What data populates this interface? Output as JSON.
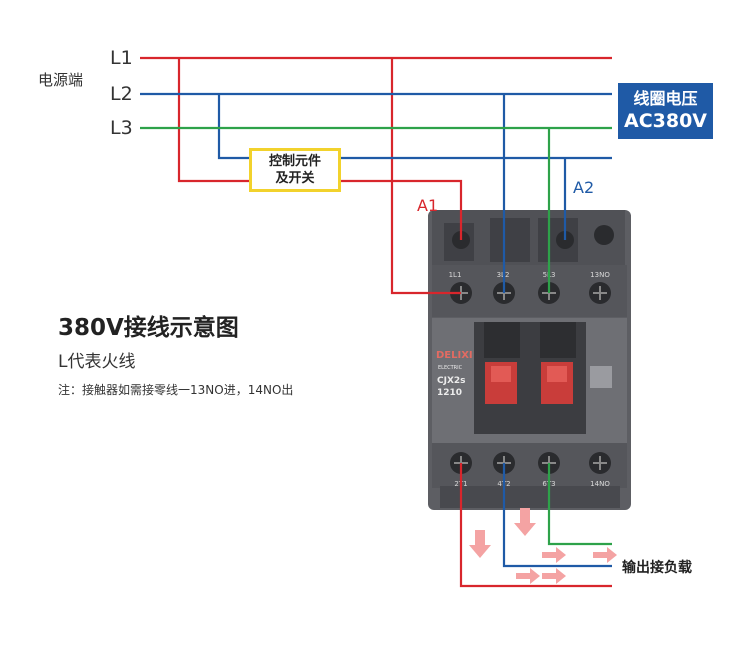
{
  "source": {
    "label": "电源端",
    "phases": [
      "L1",
      "L2",
      "L3"
    ]
  },
  "coil_voltage": {
    "line1": "线圈电压",
    "line2": "AC380V"
  },
  "control_element": {
    "line1": "控制元件",
    "line2": "及开关"
  },
  "terminals": {
    "a1": "A1",
    "a2": "A2",
    "top": [
      "1L1",
      "3L2",
      "5L3",
      "13NO"
    ],
    "bottom": [
      "2T1",
      "4T2",
      "6T3",
      "14NO"
    ]
  },
  "contactor": {
    "brand": "DELIXI",
    "brand_sub": "ELECTRIC",
    "model": "CJX2s",
    "code": "1210"
  },
  "caption": {
    "title": "380V接线示意图",
    "subtitle": "L代表火线",
    "note": "注：接触器如需接零线一13NO进，14NO出"
  },
  "output_label": "输出接负载",
  "colors": {
    "l1_red": "#d8262c",
    "l2_blue": "#1f5aa6",
    "l3_green": "#2ea24a",
    "coil_box_bg": "#1f5aa6",
    "control_box_border": "#f2d22c",
    "arrow_pink": "#f4a3a3",
    "body_gray": "#6e6f74"
  }
}
